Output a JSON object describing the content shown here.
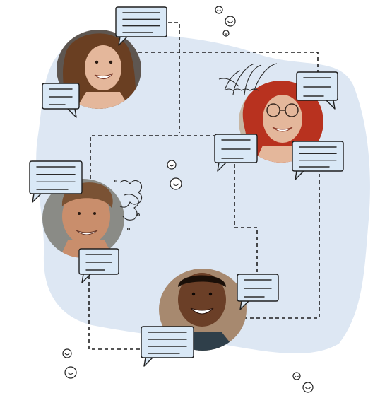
{
  "colors": {
    "blob": "#dde7f3",
    "bubble_fill": "#d9e8f6",
    "bubble_fill_alt": "#ffffff",
    "ink": "#1f1f1f",
    "skin_light": "#e4b79b",
    "skin_medium": "#c98e6c",
    "skin_dark": "#6b3f27",
    "hair_brown": "#6a3f22",
    "hair_red": "#b8321f",
    "hair_short": "#7a5234",
    "photo_bg_1": "#5e5650",
    "photo_bg_2": "#c7b7a4",
    "photo_bg_3": "#8a8b86",
    "photo_bg_4": "#a7896f"
  },
  "people": [
    {
      "name": "avatar-woman-brown-hair",
      "hair": "hair_brown",
      "skin": "skin_light",
      "bg": "photo_bg_1"
    },
    {
      "name": "avatar-woman-red-hair",
      "hair": "hair_red",
      "skin": "skin_light",
      "bg": "photo_bg_2"
    },
    {
      "name": "avatar-man-short-hair",
      "hair": "hair_short",
      "skin": "skin_medium",
      "bg": "photo_bg_3"
    },
    {
      "name": "avatar-man-smiling",
      "hair": "hair_short",
      "skin": "skin_dark",
      "bg": "photo_bg_4"
    }
  ],
  "icons": [
    "chat-bubble-icon",
    "face-icon",
    "coral-doodle-icon"
  ]
}
